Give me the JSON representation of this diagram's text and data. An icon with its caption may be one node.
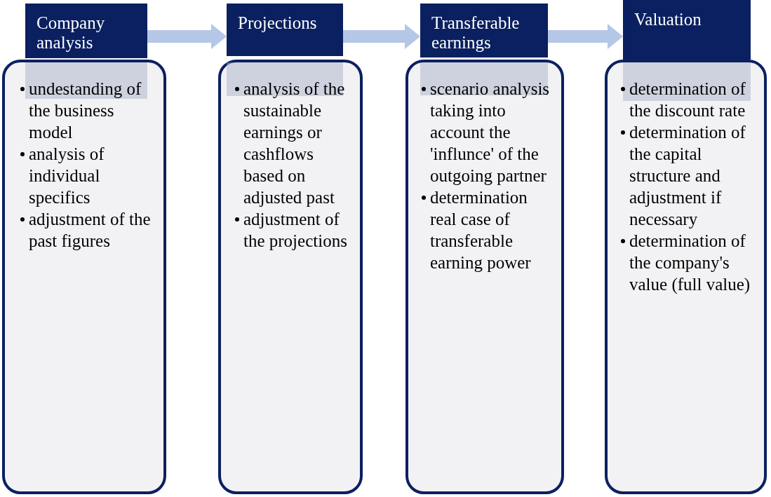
{
  "diagram": {
    "nodes": [
      {
        "text": [
          "Company analysis"
        ]
      },
      {
        "text": [
          "undestanding of the business model",
          "analysis of individual specifics",
          "adjustment of the past figures"
        ]
      },
      {
        "text": [
          "Projections"
        ]
      },
      {
        "text": [
          "analysis of the sustainable earnings or cashflows based on adjusted past",
          "adjustment of the projections"
        ]
      },
      {
        "text": [
          "Transferable earnings"
        ]
      },
      {
        "text": [
          "scenario analysis taking into account the 'influnce' of the outgoing partner",
          "determination real case of transferable earning power"
        ]
      },
      {
        "text": [
          "Valuation"
        ]
      },
      {
        "text": [
          "determination of the discount rate",
          "determination of the capital structure and adjustment if necessary",
          "determination of the company's value (full value)"
        ]
      }
    ],
    "edges": [
      {
        "from": 0,
        "to": 2,
        "arrow": "to",
        "style": "thick"
      },
      {
        "from": 2,
        "to": 4,
        "arrow": "to",
        "style": "thick"
      },
      {
        "from": 4,
        "to": 6,
        "arrow": "to",
        "style": "thick"
      }
    ]
  }
}
